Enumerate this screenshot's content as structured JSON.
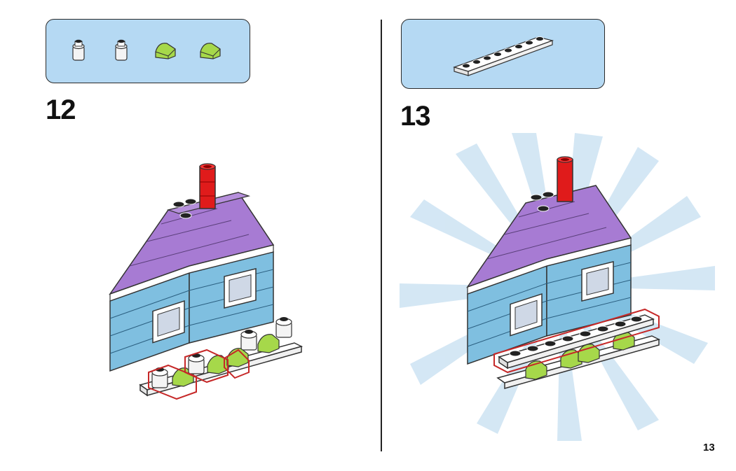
{
  "steps": [
    {
      "number": "12",
      "parts": [
        {
          "icon": "white-round-brick-icon",
          "count": 2,
          "color": "#f2f2f2"
        },
        {
          "icon": "lime-curved-slope-icon",
          "count": 2,
          "color": "#a6d84a"
        }
      ]
    },
    {
      "number": "13",
      "parts": [
        {
          "icon": "white-1x8-plate-icon",
          "count": 1,
          "color": "#f2f2f2"
        }
      ]
    }
  ],
  "page_number": "13",
  "colors": {
    "parts_box": "#b5d9f3",
    "roof": "#a77bd3",
    "walls": "#7fbfe0",
    "chimney": "#e01b1b",
    "callout": "#c62828",
    "slope_green": "#a6d84a"
  }
}
